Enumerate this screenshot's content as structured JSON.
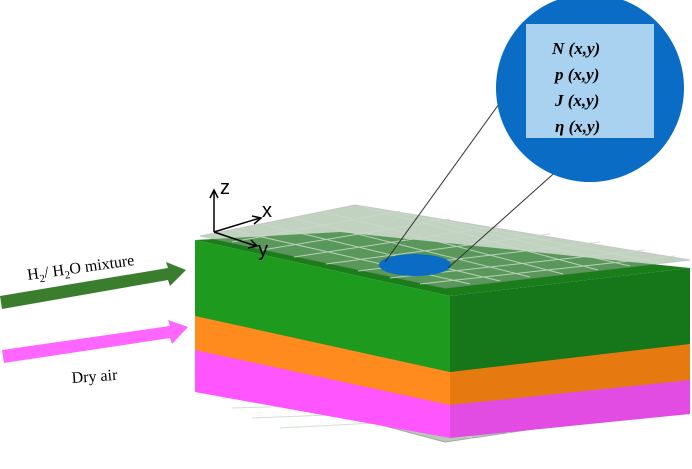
{
  "axes": {
    "z_label": "z",
    "x_label": "x",
    "y_label": "y"
  },
  "inlet_fuel": {
    "label_h": "H",
    "label_sub1": "2",
    "label_mid": "/ H",
    "label_sub2": "2",
    "label_tail": "O mixture",
    "arrow_color": "#3a7d2c"
  },
  "inlet_air": {
    "label": "Dry air",
    "arrow_color": "#ff66ff"
  },
  "layers": {
    "anode_color": "#1e8a1e",
    "electrolyte_color": "#ff8a1e",
    "cathode_color": "#ff66ff"
  },
  "zoom": {
    "bubble_color": "#0a6cc4",
    "panel_color": "#a8d2f0",
    "variables": [
      "N (x,y)",
      "p (x,y)",
      "J (x,y)",
      "η (x,y)"
    ]
  }
}
